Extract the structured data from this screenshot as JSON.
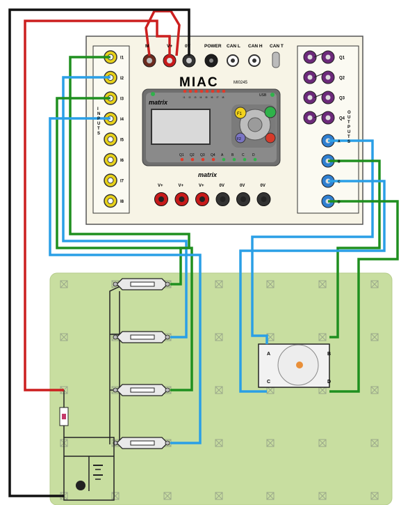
{
  "controller": {
    "brand": "MIAC",
    "model": "MI0245",
    "panel_brand_top": "matrix",
    "panel_brand_bottom": "matrix",
    "usb_label": "USB",
    "top_connectors": [
      "M",
      "V+",
      "0V",
      "POWER",
      "CAN L",
      "CAN H",
      "CAN T"
    ],
    "inputs_title": "INPUTS",
    "inputs": [
      "I1",
      "I2",
      "I3",
      "I4",
      "I5",
      "I6",
      "I7",
      "I8"
    ],
    "outputs_title": "OUTPUTS",
    "relay_outputs": [
      "Q1",
      "Q2",
      "Q3",
      "Q4"
    ],
    "transistor_outputs": [
      "A",
      "B",
      "C",
      "D"
    ],
    "function_keys": [
      "F1",
      "F2"
    ],
    "led_labels": [
      "I1",
      "I2",
      "I3",
      "I4",
      "I5",
      "I6",
      "I7",
      "I8"
    ],
    "display_labels": [
      "Q1",
      "Q2",
      "Q3",
      "Q4",
      "A",
      "B",
      "C",
      "D"
    ],
    "power_terminals": [
      "V+",
      "V+",
      "V+",
      "0V",
      "0V",
      "0V"
    ]
  },
  "motor": {
    "coil_labels": [
      "A",
      "B",
      "C",
      "D"
    ]
  },
  "colors": {
    "wire_red": "#cc1f1f",
    "wire_black": "#111111",
    "wire_green": "#1f8f1f",
    "wire_blue": "#2a9fe6",
    "board": "#c8dea0",
    "miac_panel": "#f7f4e6",
    "input_socket": "#e8d21a",
    "relay_socket": "#6c2a7a",
    "output_socket": "#2f7fd0"
  }
}
